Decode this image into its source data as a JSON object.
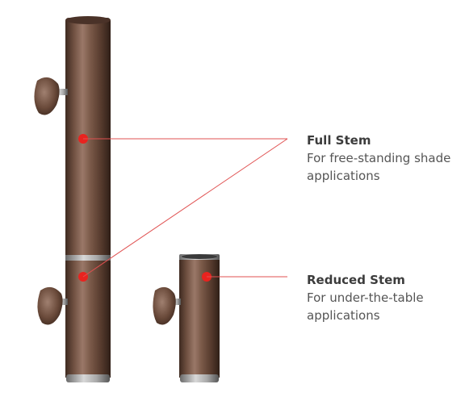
{
  "callouts": {
    "full": {
      "title": "Full Stem",
      "description": "For free-standing shade applications"
    },
    "reduced": {
      "title": "Reduced Stem",
      "description": "For under-the-table applications"
    }
  },
  "colors": {
    "stem_bronze": "#6b4a3a",
    "marker_red": "#e8231f",
    "line_red": "#e05050",
    "text_dark": "#3c3c3c",
    "text_body": "#555555"
  }
}
